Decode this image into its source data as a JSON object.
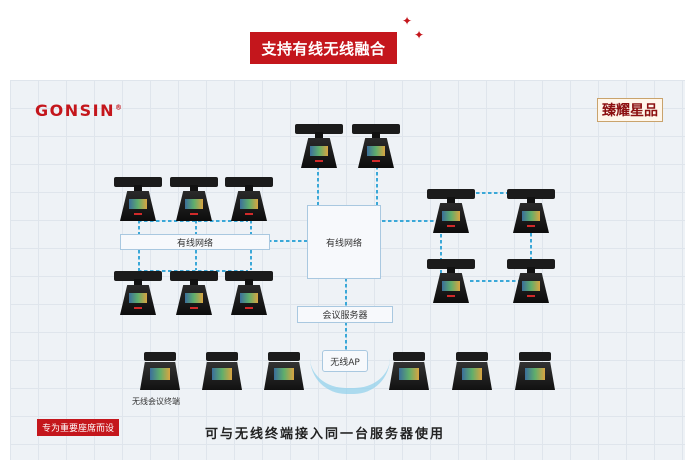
{
  "header": {
    "title": "支持有线无线融合"
  },
  "brand": {
    "logo": "GONSIN",
    "logo_mark": "®",
    "badge": "臻耀星品"
  },
  "diagram": {
    "center_box": "有线网络",
    "left_bar": "有线网络",
    "server_box": "会议服务器",
    "ap_box": "无线AP",
    "wireless_terminal_label": "无线会议终端"
  },
  "captions": {
    "badge": "专为重要座席而设",
    "main": "可与无线终端接入同一台服务器使用"
  },
  "colors": {
    "brand_red": "#c4161c",
    "link_blue": "#3aa8d8",
    "panel_bg": "#eef2f6"
  },
  "icons": [
    "sparkle-icon",
    "conference-unit-icon",
    "wireless-terminal-icon",
    "wifi-signal-icon"
  ]
}
